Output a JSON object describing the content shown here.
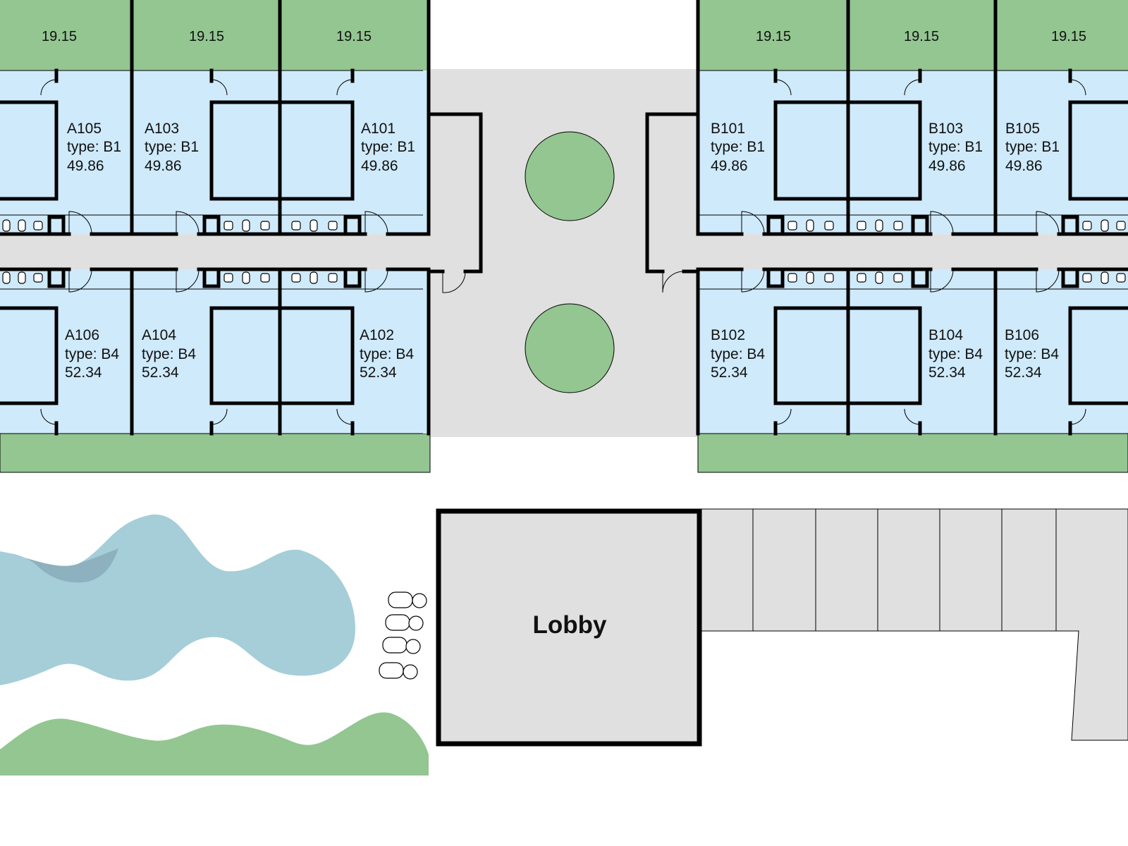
{
  "colors": {
    "unit_fill": "#cfeafb",
    "balcony_fill": "#93c691",
    "corridor_fill": "#e0e0e0",
    "wall": "#000000",
    "tree_fill": "#93c691",
    "pool_fill": "#a5ced8",
    "pool_shadow": "#8eb1bf",
    "garden_fill": "#93c691"
  },
  "balconies": [
    {
      "area": "19.15"
    },
    {
      "area": "19.15"
    },
    {
      "area": "19.15"
    },
    {
      "area": "19.15"
    },
    {
      "area": "19.15"
    },
    {
      "area": "19.15"
    }
  ],
  "units": [
    {
      "id": "A105",
      "type": "type: B1",
      "area": "49.86"
    },
    {
      "id": "A103",
      "type": "type: B1",
      "area": "49.86"
    },
    {
      "id": "A101",
      "type": "type: B1",
      "area": "49.86"
    },
    {
      "id": "A106",
      "type": "type: B4",
      "area": "52.34"
    },
    {
      "id": "A104",
      "type": "type: B4",
      "area": "52.34"
    },
    {
      "id": "A102",
      "type": "type: B4",
      "area": "52.34"
    },
    {
      "id": "B101",
      "type": "type: B1",
      "area": "49.86"
    },
    {
      "id": "B103",
      "type": "type: B1",
      "area": "49.86"
    },
    {
      "id": "B105",
      "type": "type: B1",
      "area": "49.86"
    },
    {
      "id": "B102",
      "type": "type: B4",
      "area": "52.34"
    },
    {
      "id": "B104",
      "type": "type: B4",
      "area": "52.34"
    },
    {
      "id": "B106",
      "type": "type: B4",
      "area": "52.34"
    }
  ],
  "lobby": {
    "label": "Lobby"
  }
}
